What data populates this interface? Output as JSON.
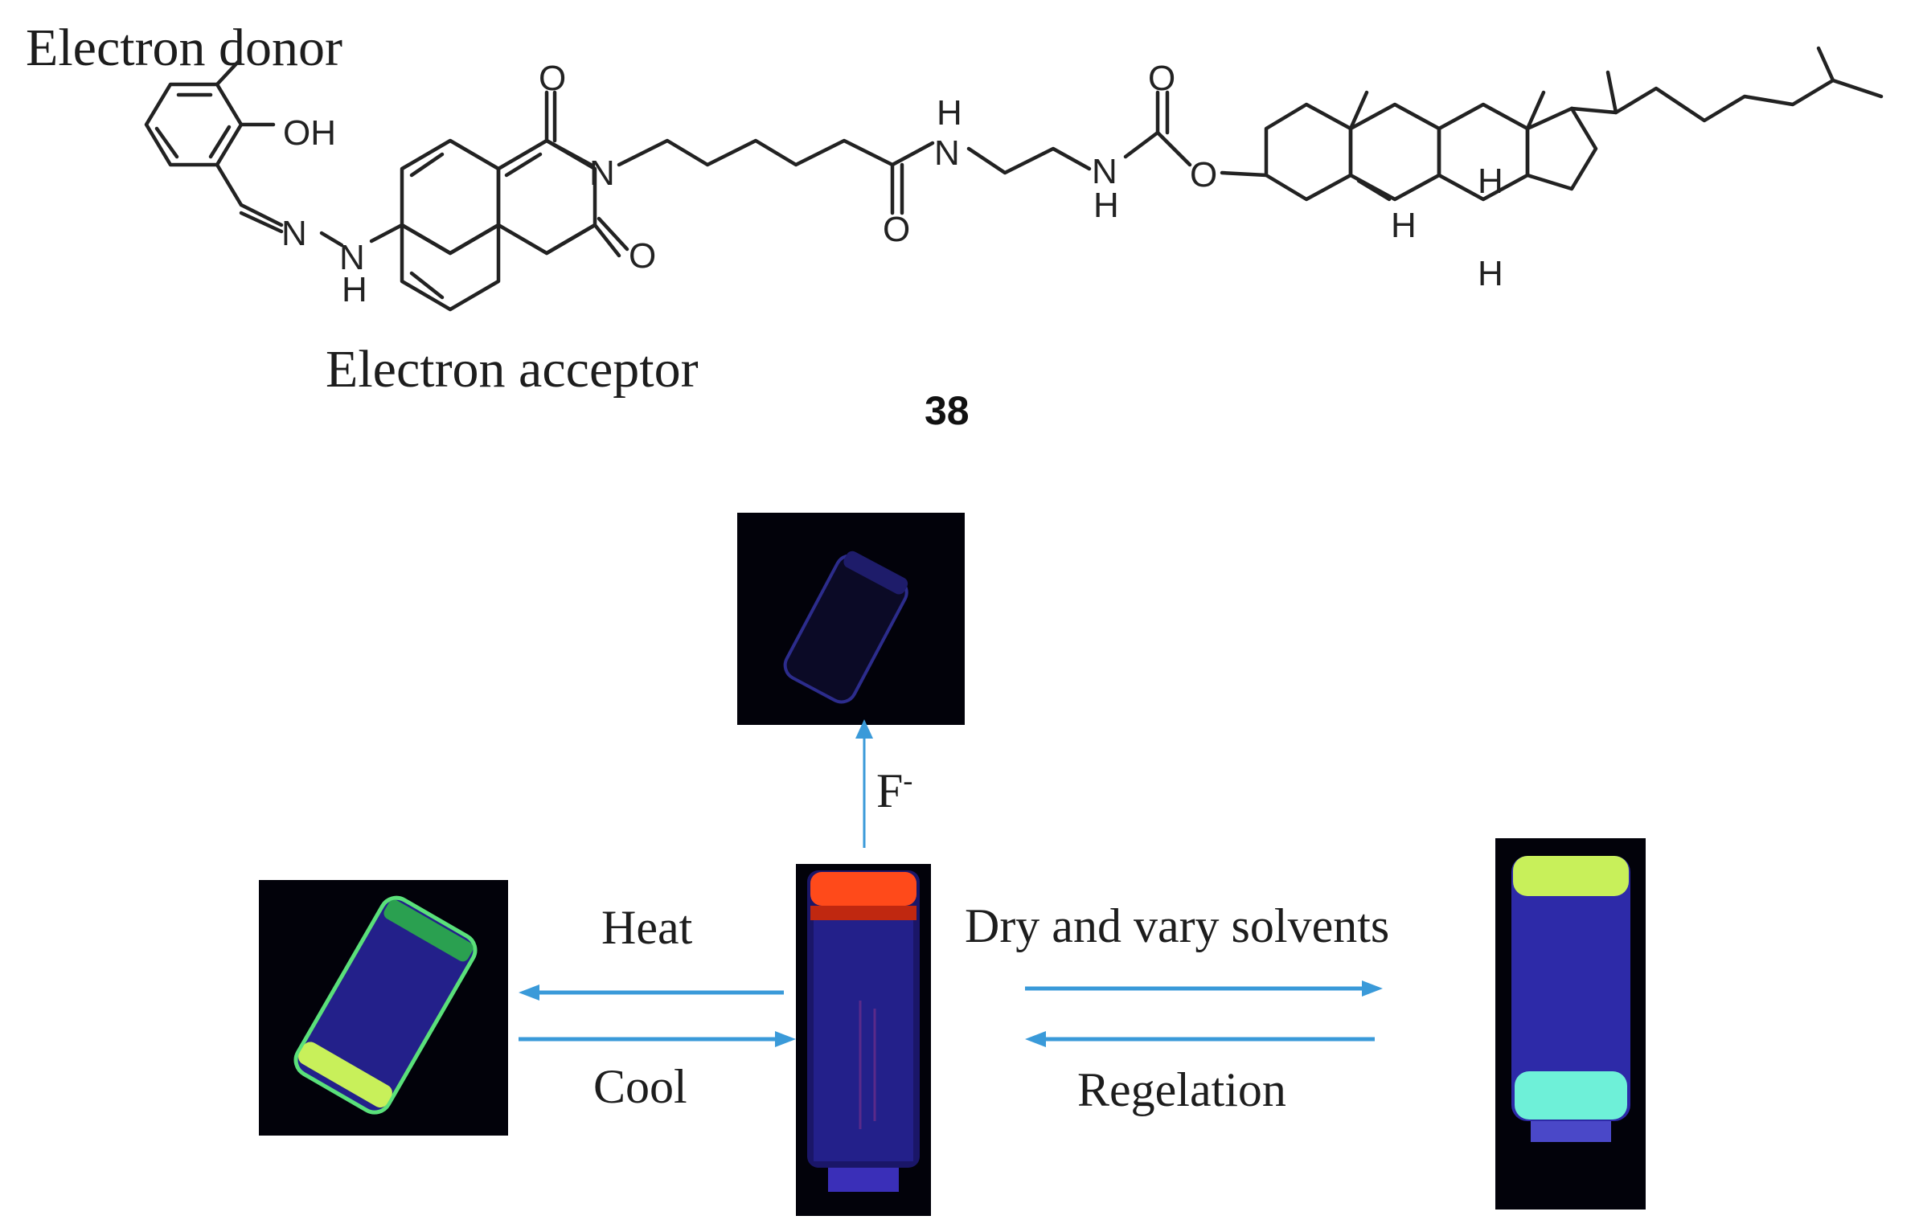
{
  "structure": {
    "donor_label": "Electron donor",
    "acceptor_label": "Electron acceptor",
    "compound_number": "38",
    "atoms": {
      "OH": "OH",
      "O": "O",
      "N": "N",
      "H": "H",
      "NH": "NH"
    }
  },
  "scheme": {
    "top_arrow_label": "F",
    "top_arrow_superscript": "-",
    "left_top_label": "Heat",
    "left_bottom_label": "Cool",
    "right_top_label": "Dry and vary solvents",
    "right_bottom_label": "Regelation",
    "arrow_color": "#3a9ad9",
    "fluorescence_colors": {
      "orange_red": "#ff4a1a",
      "yellow_green": "#c8f05a",
      "cyan": "#6ef0d8",
      "blue_violet": "#3a2fb8",
      "dark_blue": "#23208a"
    }
  }
}
